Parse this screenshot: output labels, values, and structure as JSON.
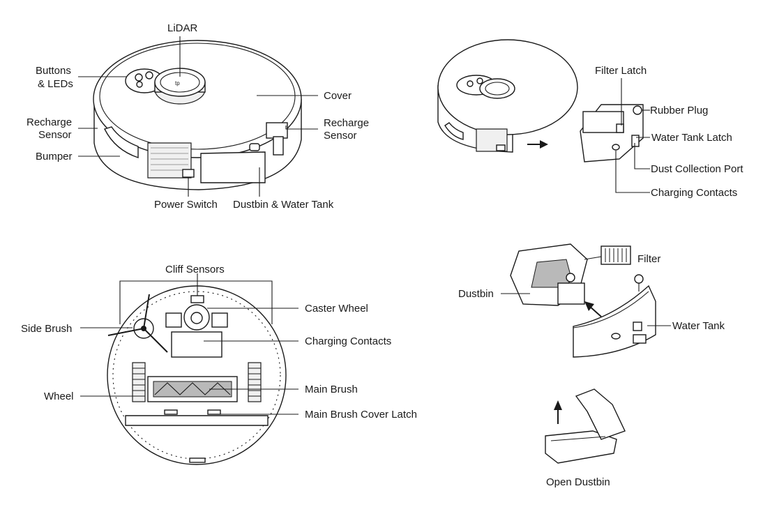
{
  "top_view": {
    "lidar_label": "LiDAR",
    "buttons_leds_label_line1": "Buttons",
    "buttons_leds_label_line2": "& LEDs",
    "recharge_sensor_left_line1": "Recharge",
    "recharge_sensor_left_line2": "Sensor",
    "bumper_label": "Bumper",
    "cover_label": "Cover",
    "recharge_sensor_right_line1": "Recharge",
    "recharge_sensor_right_line2": "Sensor",
    "power_switch_label": "Power Switch",
    "dustbin_water_tank_label": "Dustbin & Water Tank"
  },
  "side_view": {
    "filter_latch_label": "Filter Latch",
    "rubber_plug_label": "Rubber Plug",
    "water_tank_latch_label": "Water Tank Latch",
    "dust_collection_port_label": "Dust Collection Port",
    "charging_contacts_label": "Charging Contacts"
  },
  "bottom_view": {
    "cliff_sensors_label": "Cliff Sensors",
    "caster_wheel_label": "Caster Wheel",
    "side_brush_label": "Side Brush",
    "charging_contacts_label": "Charging Contacts",
    "wheel_label": "Wheel",
    "main_brush_label": "Main Brush",
    "main_brush_cover_latch_label": "Main Brush Cover Latch"
  },
  "dustbin_view": {
    "filter_label": "Filter",
    "dustbin_label": "Dustbin",
    "water_tank_label": "Water Tank",
    "open_dustbin_label": "Open Dustbin"
  }
}
